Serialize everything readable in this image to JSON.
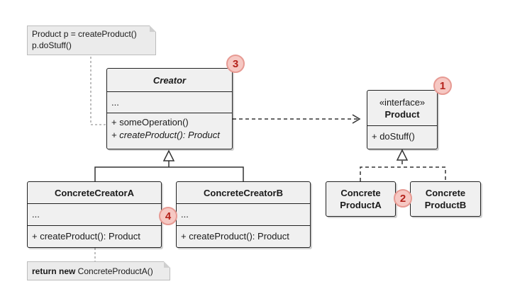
{
  "notes": {
    "creator_note": [
      "Product p = createProduct()",
      "p.doStuff()"
    ],
    "concrete_note_bold": "return new",
    "concrete_note_rest": " ConcreteProductA()"
  },
  "creator": {
    "title": "Creator",
    "fields": "...",
    "methods": [
      "+ someOperation()",
      "+ createProduct(): Product"
    ]
  },
  "concrete_creator_a": {
    "title": "ConcreteCreatorA",
    "fields": "...",
    "method": "+ createProduct(): Product"
  },
  "concrete_creator_b": {
    "title": "ConcreteCreatorB",
    "fields": "...",
    "method": "+ createProduct(): Product"
  },
  "product": {
    "stereotype": "«interface»",
    "title": "Product",
    "method": "+ doStuff()"
  },
  "concrete_product_a": {
    "line1": "Concrete",
    "line2": "ProductA"
  },
  "concrete_product_b": {
    "line1": "Concrete",
    "line2": "ProductB"
  },
  "badges": [
    "1",
    "2",
    "3",
    "4"
  ],
  "colors": {
    "badge_fill": "#f6c8c3",
    "badge_text": "#b4211a",
    "box_fill": "#f0f0f0"
  }
}
